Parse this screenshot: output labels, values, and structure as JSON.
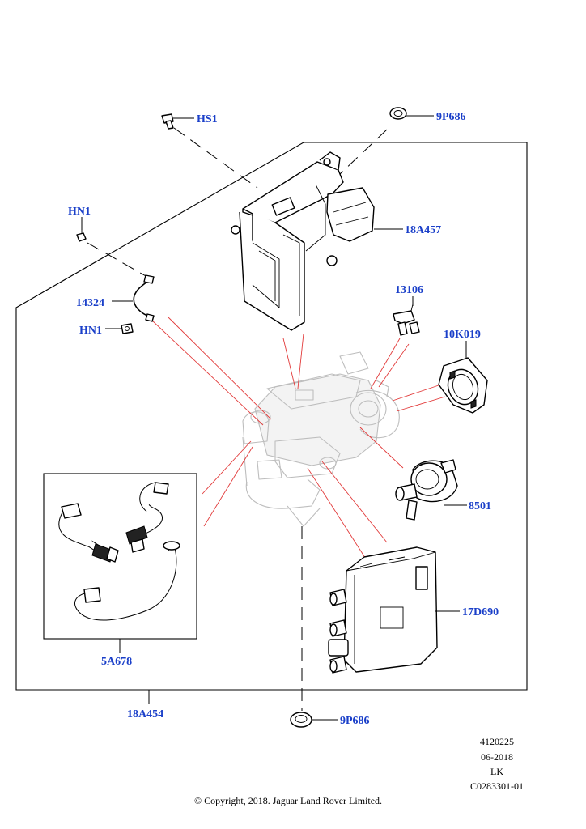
{
  "callouts": {
    "hs1": "HS1",
    "p9p686_top": "9P686",
    "hn1_top": "HN1",
    "p18a457": "18A457",
    "p13106": "13106",
    "p14324": "14324",
    "hn1_mid": "HN1",
    "p10k019": "10K019",
    "p8501": "8501",
    "p17d690": "17D690",
    "p5a678": "5A678",
    "p18a454": "18A454",
    "p9p686_bottom": "9P686"
  },
  "footer": {
    "illustration_number": "4120225",
    "date": "06-2018",
    "initials": "LK",
    "reference": "C0283301-01",
    "copyright": "© Copyright, 2018. Jaguar Land Rover Limited."
  }
}
